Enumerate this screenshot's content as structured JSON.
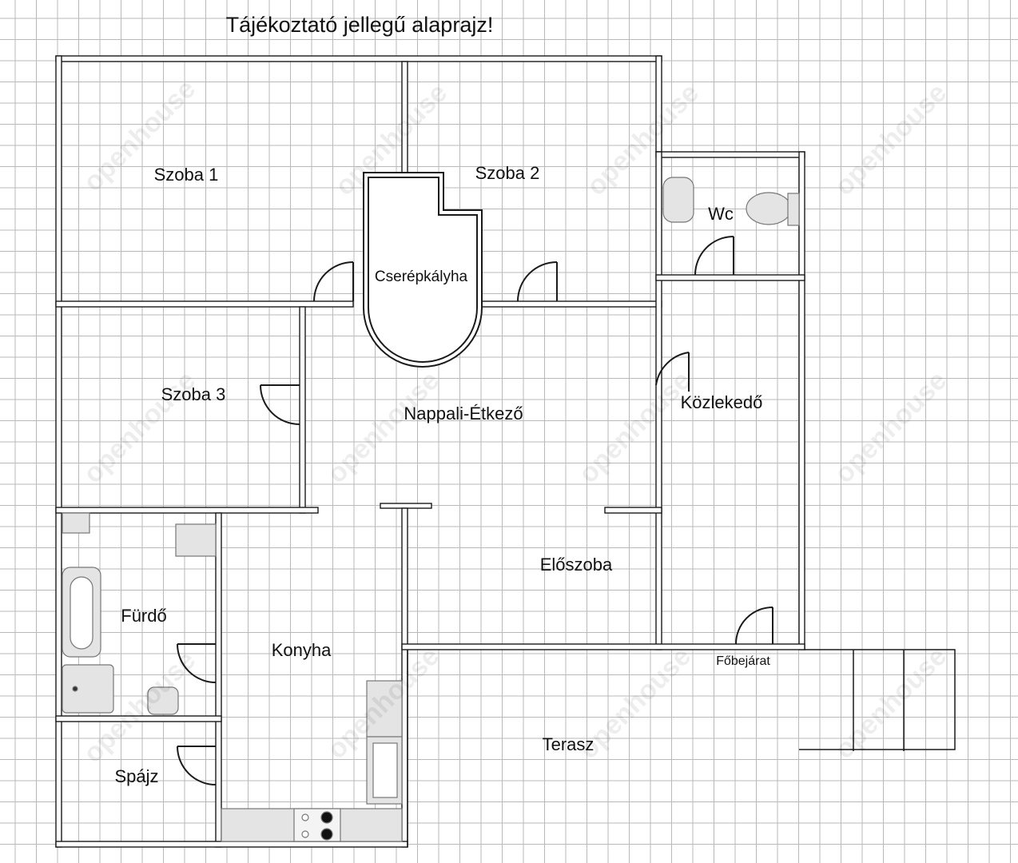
{
  "title": "Tájékoztató jellegű alaprajz!",
  "rooms": {
    "szoba1": "Szoba 1",
    "szoba2": "Szoba 2",
    "wc": "Wc",
    "cserepkalyha": "Cserépkályha",
    "szoba3": "Szoba 3",
    "nappali": "Nappali-Étkező",
    "kozlekedo": "Közlekedő",
    "furdo": "Fürdő",
    "konyha": "Konyha",
    "eloszoba": "Előszoba",
    "fobejarat": "Főbejárat",
    "terasz": "Terasz",
    "spajz": "Spájz"
  },
  "watermark": "openhouse",
  "colors": {
    "wall": "#1a1a1a",
    "wall_fill": "#ffffff",
    "grid": "#b9b9b9",
    "fixture": "#e4e4e4"
  }
}
